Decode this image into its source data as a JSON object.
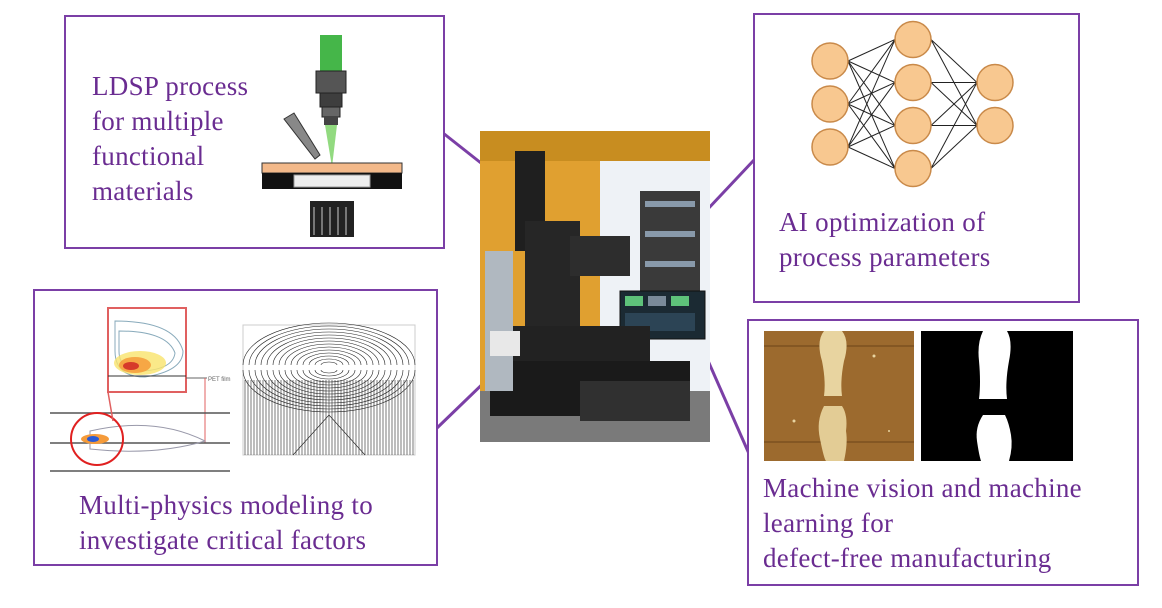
{
  "panels": {
    "ldsp": {
      "label": "LDSP process\nfor multiple\nfunctional\nmaterials"
    },
    "ai": {
      "label": "AI optimization of\nprocess parameters"
    },
    "multiphysics": {
      "label": "Multi-physics modeling to\ninvestigate critical factors",
      "inset_label": "PET film"
    },
    "vision": {
      "label": "Machine vision and machine\nlearning for\ndefect-free manufacturing"
    }
  },
  "colors": {
    "accent": "#7b3fa6",
    "label": "#6a2c91",
    "neuron_fill": "#f8c890",
    "neuron_stroke": "#c98a4a",
    "laser_beam": "#45b649",
    "substrate": "#f3b98a",
    "microscope_bg": "#9c6a2e"
  },
  "neural_net": {
    "layers": [
      3,
      4,
      2
    ]
  }
}
